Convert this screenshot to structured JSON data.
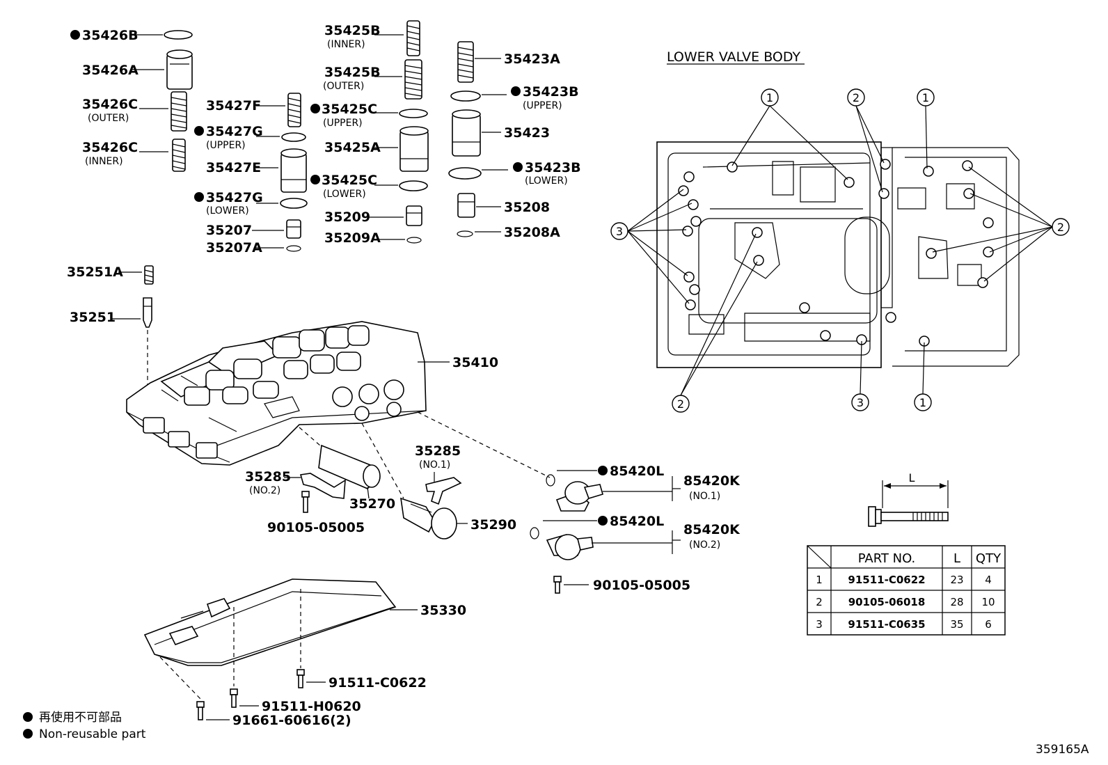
{
  "title": "LOWER VALVE BODY",
  "figure_id": "359165A",
  "parts": [
    {
      "id": "p35426B",
      "label": "35426B",
      "non_reusable": true
    },
    {
      "id": "p35426A",
      "label": "35426A"
    },
    {
      "id": "p35426C_outer",
      "label": "35426C",
      "sub": "(OUTER)"
    },
    {
      "id": "p35426C_inner",
      "label": "35426C",
      "sub": "(INNER)"
    },
    {
      "id": "p35427F",
      "label": "35427F"
    },
    {
      "id": "p35427G_upper",
      "label": "35427G",
      "sub": "(UPPER)",
      "non_reusable": true
    },
    {
      "id": "p35427E",
      "label": "35427E"
    },
    {
      "id": "p35427G_lower",
      "label": "35427G",
      "sub": "(LOWER)",
      "non_reusable": true
    },
    {
      "id": "p35207",
      "label": "35207"
    },
    {
      "id": "p35207A",
      "label": "35207A"
    },
    {
      "id": "p35425B_inner",
      "label": "35425B",
      "sub": "(INNER)"
    },
    {
      "id": "p35425B_outer",
      "label": "35425B",
      "sub": "(OUTER)"
    },
    {
      "id": "p35425C_upper",
      "label": "35425C",
      "sub": "(UPPER)",
      "non_reusable": true
    },
    {
      "id": "p35425A",
      "label": "35425A"
    },
    {
      "id": "p35425C_lower",
      "label": "35425C",
      "sub": "(LOWER)",
      "non_reusable": true
    },
    {
      "id": "p35209",
      "label": "35209"
    },
    {
      "id": "p35209A",
      "label": "35209A"
    },
    {
      "id": "p35423A",
      "label": "35423A"
    },
    {
      "id": "p35423B_upper",
      "label": "35423B",
      "sub": "(UPPER)",
      "non_reusable": true
    },
    {
      "id": "p35423",
      "label": "35423"
    },
    {
      "id": "p35423B_lower",
      "label": "35423B",
      "sub": "(LOWER)",
      "non_reusable": true
    },
    {
      "id": "p35208",
      "label": "35208"
    },
    {
      "id": "p35208A",
      "label": "35208A"
    },
    {
      "id": "p35251A",
      "label": "35251A"
    },
    {
      "id": "p35251",
      "label": "35251"
    },
    {
      "id": "p35410",
      "label": "35410"
    },
    {
      "id": "p35285_no1",
      "label": "35285",
      "sub": "(NO.1)"
    },
    {
      "id": "p35285_no2",
      "label": "35285",
      "sub": "(NO.2)"
    },
    {
      "id": "p35270",
      "label": "35270"
    },
    {
      "id": "p35290",
      "label": "35290"
    },
    {
      "id": "p90105_a",
      "label": "90105-05005"
    },
    {
      "id": "p85420L_1",
      "label": "85420L",
      "non_reusable": true
    },
    {
      "id": "p85420K_1",
      "label": "85420K",
      "sub": "(NO.1)"
    },
    {
      "id": "p85420L_2",
      "label": "85420L",
      "non_reusable": true
    },
    {
      "id": "p85420K_2",
      "label": "85420K",
      "sub": "(NO.2)"
    },
    {
      "id": "p90105_b",
      "label": "90105-05005"
    },
    {
      "id": "p35330",
      "label": "35330"
    },
    {
      "id": "p91511_C0622",
      "label": "91511-C0622"
    },
    {
      "id": "p91511_H0620",
      "label": "91511-H0620"
    },
    {
      "id": "p91661",
      "label": "91661-60616(2)"
    }
  ],
  "callouts": [
    "1",
    "2",
    "3"
  ],
  "dimension_label": "L",
  "bolt_table": {
    "headers": [
      "PART NO.",
      "L",
      "QTY"
    ],
    "rows": [
      {
        "no": "1",
        "part": "91511-C0622",
        "l": "23",
        "qty": "4"
      },
      {
        "no": "2",
        "part": "90105-06018",
        "l": "28",
        "qty": "10"
      },
      {
        "no": "3",
        "part": "91511-C0635",
        "l": "35",
        "qty": "6"
      }
    ]
  },
  "legend": {
    "jp": "再使用不可部品",
    "en": "Non-reusable part"
  }
}
